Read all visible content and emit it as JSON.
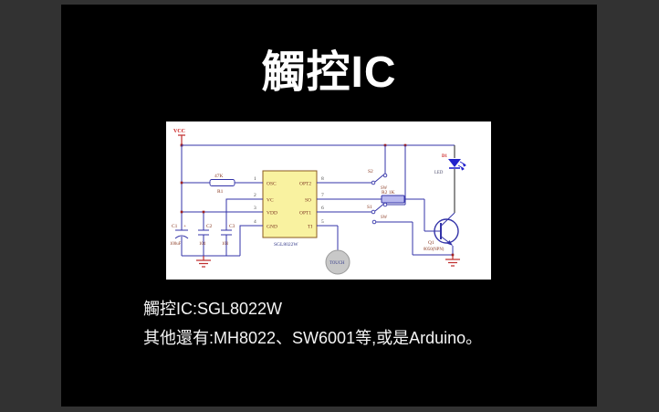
{
  "colors": {
    "backdrop": "#323232",
    "slide_background": "#000000",
    "title_text": "#ffffff",
    "body_text": "#f4f4f4",
    "figure_background": "#ffffff",
    "wire_blue": "#3333a8",
    "accent_red": "#c03030",
    "ic_fill": "#f9f2a0"
  },
  "slide": {
    "title": "觸控IC",
    "body_line1": "觸控IC:SGL8022W",
    "body_line2": "其他還有:MH8022、SW6001等,或是Arduino。"
  },
  "schematic": {
    "vcc": "VCC",
    "ic": {
      "name": "SGL8022W",
      "left_pins": [
        {
          "num": "1",
          "name": "OSC"
        },
        {
          "num": "2",
          "name": "VC"
        },
        {
          "num": "3",
          "name": "VDD"
        },
        {
          "num": "4",
          "name": "GND"
        }
      ],
      "right_pins": [
        {
          "num": "8",
          "name": "OPT2"
        },
        {
          "num": "7",
          "name": "SO"
        },
        {
          "num": "6",
          "name": "OPT1"
        },
        {
          "num": "5",
          "name": "TI"
        }
      ]
    },
    "r1": {
      "value": "47K",
      "ref": "R1"
    },
    "r2": {
      "ref_value": "R2  1K"
    },
    "c1": {
      "ref": "C1",
      "plus": "+",
      "value": "100uF"
    },
    "c2": {
      "ref": "C2",
      "value": "104"
    },
    "c3": {
      "ref": "C3",
      "value": "103"
    },
    "s2": {
      "ref": "S2",
      "type": "SW"
    },
    "s1": {
      "ref": "S1",
      "type": "SW"
    },
    "led": {
      "ref": "D1",
      "label": "LED"
    },
    "q1": {
      "ref": "Q1",
      "part": "8050(NPN)"
    },
    "touch": {
      "label": "TOUCH"
    }
  }
}
